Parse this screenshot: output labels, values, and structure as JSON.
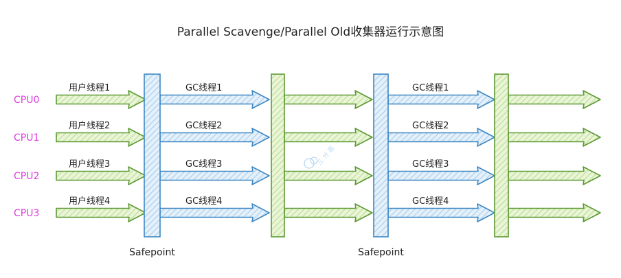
{
  "title": "Parallel Scavenge/Parallel Old收集器运行示意图",
  "colors": {
    "green_stroke": "#5e9a34",
    "green_fill": "#eaf5d8",
    "green_hatch": "#b9dc92",
    "blue_stroke": "#3e87c3",
    "blue_fill": "#e4f0fa",
    "blue_hatch": "#a9cdec",
    "cpu_label": "#e03ce0",
    "text": "#222222",
    "watermark": "#9dc8ec"
  },
  "cpus": [
    "CPU0",
    "CPU1",
    "CPU2",
    "CPU3"
  ],
  "segments": [
    {
      "kind": "user",
      "labels": [
        "用户线程1",
        "用户线程2",
        "用户线程3",
        "用户线程4"
      ]
    },
    {
      "kind": "gc",
      "labels": [
        "GC线程1",
        "GC线程2",
        "GC线程3",
        "GC线程4"
      ]
    },
    {
      "kind": "user",
      "labels": [
        "",
        "",
        "",
        ""
      ]
    },
    {
      "kind": "gc",
      "labels": [
        "GC线程1",
        "GC线程2",
        "GC线程3",
        "GC线程4"
      ]
    },
    {
      "kind": "user",
      "labels": [
        "",
        "",
        "",
        ""
      ]
    }
  ],
  "barriers": [
    {
      "kind": "blue",
      "label": "Safepoint"
    },
    {
      "kind": "green",
      "label": ""
    },
    {
      "kind": "blue",
      "label": "Safepoint"
    },
    {
      "kind": "green",
      "label": ""
    }
  ],
  "watermark": {
    "icon": "chat-bubble-icon",
    "text": "三 分 恶"
  }
}
